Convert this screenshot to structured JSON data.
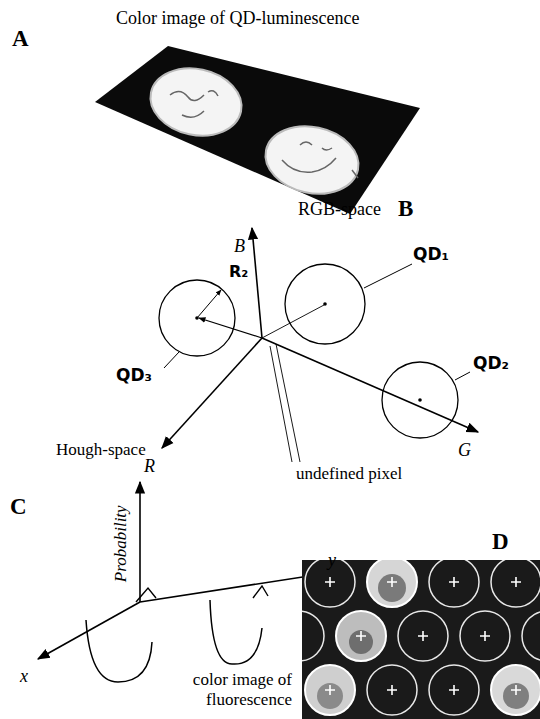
{
  "diagram": {
    "labels": [
      "A",
      "Color image of QD-luminescence",
      "RGB-space",
      "B",
      "QD₁",
      "B",
      "R₂",
      "QD₂",
      "QD₃",
      "G",
      "R",
      "undefined pixel",
      "Hough-space",
      "C",
      "Probability",
      "x",
      "y",
      "D",
      "color image of fluorescence"
    ]
  }
}
